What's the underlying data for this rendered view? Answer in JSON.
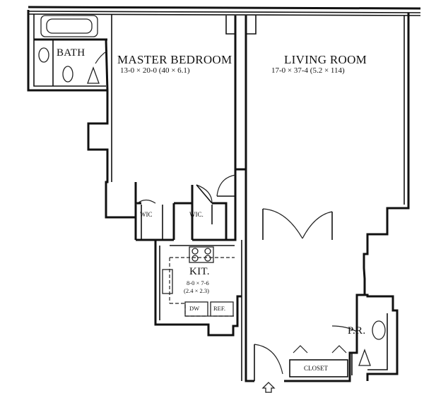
{
  "rooms": {
    "bath": {
      "name": "BATH"
    },
    "master_bedroom": {
      "name": "MASTER BEDROOM",
      "dims": "13-0 × 20-0 (40 × 6.1)"
    },
    "living_room": {
      "name": "LIVING ROOM",
      "dims": "17-0 × 37-4 (5.2 × 114)"
    },
    "wic_left": {
      "name": "WIC"
    },
    "wic_right": {
      "name": "WIC."
    },
    "kitchen": {
      "name": "KIT.",
      "dims_ft": "8-0 × 7-6",
      "dims_m": "(2.4 × 2.3)"
    },
    "dw": {
      "name": "DW"
    },
    "ref": {
      "name": "REF."
    },
    "powder_room": {
      "name": "P.R."
    },
    "closet": {
      "name": "CLOSET"
    }
  },
  "icons": {
    "entry": "entry-arrow-icon"
  }
}
